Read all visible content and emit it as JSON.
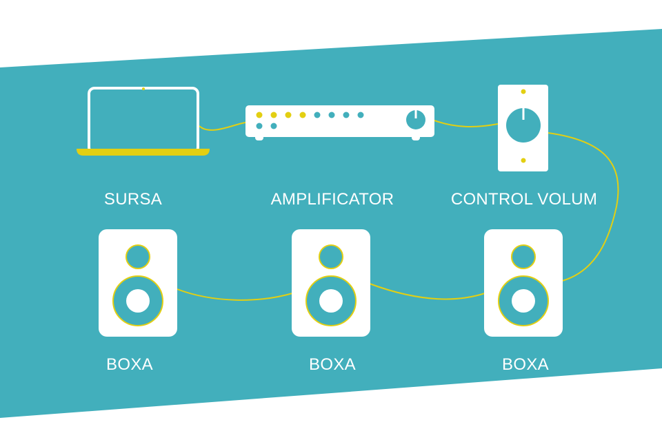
{
  "colors": {
    "band": "#42afbc",
    "device": "#ffffff",
    "accent_yellow": "#e3cf12",
    "indicator_teal": "#42afbc",
    "cable": "#e3cf12",
    "label_text": "#ffffff",
    "background": "#ffffff"
  },
  "nodes": {
    "source": {
      "label": "SURSA",
      "icon": "laptop-icon"
    },
    "amplifier": {
      "label": "AMPLIFICATOR",
      "icon": "amplifier-icon",
      "lit_leds": 4,
      "total_top_leds": 8
    },
    "volume_control": {
      "label": "CONTROL VOLUM",
      "icon": "volume-knob-icon"
    },
    "speaker_1": {
      "label": "BOXA",
      "icon": "speaker-icon"
    },
    "speaker_2": {
      "label": "BOXA",
      "icon": "speaker-icon"
    },
    "speaker_3": {
      "label": "BOXA",
      "icon": "speaker-icon"
    }
  },
  "connections": [
    [
      "source",
      "amplifier"
    ],
    [
      "amplifier",
      "volume_control"
    ],
    [
      "volume_control",
      "speaker_3"
    ],
    [
      "speaker_3",
      "speaker_2"
    ],
    [
      "speaker_2",
      "speaker_1"
    ]
  ]
}
